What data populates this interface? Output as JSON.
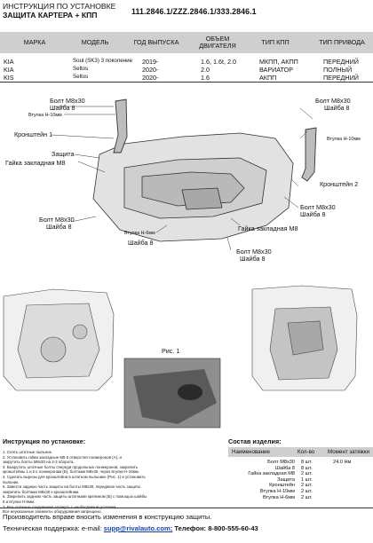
{
  "header": {
    "line1": "ИНСТРУКЦИЯ ПО УСТАНОВКЕ",
    "line2": "ЗАЩИТА КАРТЕРА + КПП",
    "part_numbers": "111.2846.1/ZZZ.2846.1/333.2846.1"
  },
  "vehicle_table": {
    "headers": [
      "МАРКА",
      "МОДЕЛЬ",
      "ГОД ВЫПУСКА",
      "ОБЪЕМ ДВИГАТЕЛЯ",
      "ТИП КПП",
      "ТИП ПРИВОДА"
    ],
    "rows": [
      [
        "KIA",
        "Soul (SK3) 3 поколение",
        "2019-",
        "1.6, 1.6t, 2.0",
        "МКПП, АКПП",
        "ПЕРЕДНИЙ"
      ],
      [
        "KIA",
        "Seltos",
        "2020-",
        "2.0",
        "ВАРИАТОР",
        "ПОЛНЫЙ"
      ],
      [
        "KIS",
        "Seltos",
        "2020-",
        "1.6",
        "АКПП",
        "ПЕРЕДНИЙ"
      ]
    ]
  },
  "diagram_labels": {
    "bolt_top_left_1": "Болт М8х30",
    "bolt_top_left_2": "Шайба 8",
    "bushing_left": "Втулка Н-10мм",
    "bracket_1": "Кронштейн 1",
    "guard": "Защита",
    "nut_left": "Гайка закладная М8",
    "bolt_top_right_1": "Болт М8х30",
    "bolt_top_right_2": "Шайба 8",
    "bushing_right": "Втулка Н-10мм",
    "bracket_2": "Кронштейн 2",
    "bolt_mid_right_1": "Болт М8х30",
    "bolt_mid_right_2": "Шайба 8",
    "nut_right": "Гайка закладная М8",
    "bolt_left_low_1": "Болт М8х30",
    "bolt_left_low_2": "Шайба 8",
    "bushing_low": "Втулка Н-6мм",
    "washer_low": "Шайба 8",
    "bolt_bottom_1": "Болт М8х30",
    "bolt_bottom_2": "Шайба 8",
    "fig1": "Рис. 1"
  },
  "instructions": {
    "title": "Инструкция по установке:",
    "steps": [
      "1. Снять штатные пыльник.",
      "2. Установить гайки закладные М8 в отверстия лонжеронов (А), и",
      "   закрутить болты М8х30 на 2-3 оборота.",
      "3. Выкрутить штатные болты спереди продольных лонжеронов, закрепить",
      "   кронштейны 1 и 2 к лонжеронам (Б), болтами М8х30, через втулки Н-10мм.",
      "4. Сделать вырезы для кронштейна в штатном пыльнике (Рис. 1) и установить",
      "   пыльник.",
      "5. Завести заднюю часть защиты на болты М8х30, переднюю часть защиты",
      "   закрепить болтами М8х30 к кронштейнам.",
      "6. Закрепить заднюю часть защиты штатными крепежом (Б) с помощью шайбы",
      "   8 и втулки Н-6мм.",
      "7. Все штатные соединения затянуть с необходимым усилием.",
      "   Все неуказанные элементы оборудования запрещено."
    ]
  },
  "parts": {
    "title": "Состав изделия:",
    "headers": [
      "Наименование",
      "Кол-во",
      "Момент затяжки"
    ],
    "rows": [
      [
        "Болт М8х30",
        "8 шт.",
        "24.0 Нм"
      ],
      [
        "Шайба 8",
        "8 шт.",
        ""
      ],
      [
        "Гайка закладная М8",
        "2 шт.",
        ""
      ],
      [
        "Защита",
        "1 шт.",
        ""
      ],
      [
        "Кронштейн",
        "2 шт.",
        ""
      ],
      [
        "Втулка Н-10мм",
        "2 шт.",
        ""
      ],
      [
        "Втулка Н-6мм",
        "2 шт.",
        ""
      ]
    ]
  },
  "footer": {
    "line1": "Производитель вправе вносить изменения в конструкцию защиты.",
    "support_prefix": "Техническая поддержка:  e-mail: ",
    "email": "supp@rivalauto.com;",
    "phone": " Телефон: 8-800-555-60-43"
  }
}
